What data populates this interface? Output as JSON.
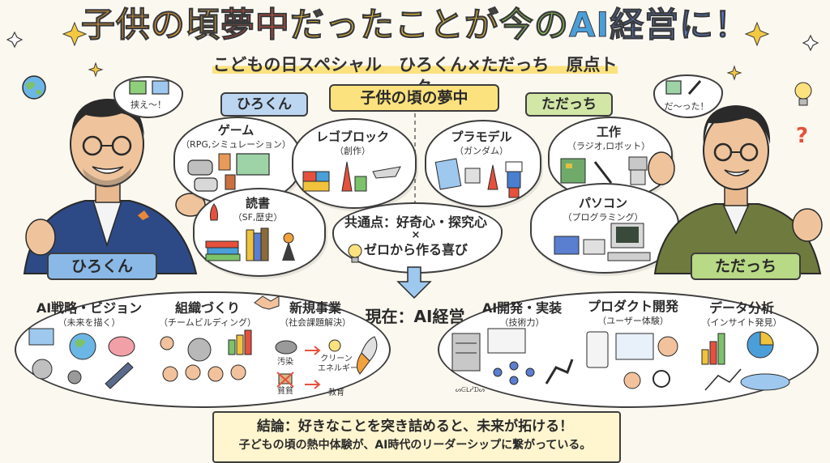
{
  "title": {
    "parts": [
      {
        "text": "子供の",
        "color": "#f2a23a"
      },
      {
        "text": "頃",
        "color": "#f0b43a"
      },
      {
        "text": "夢中",
        "color": "#e5513c"
      },
      {
        "text": "だったことが",
        "color": "#f1c23c"
      },
      {
        "text": "今の",
        "color": "#8fc45a"
      },
      {
        "text": "AI",
        "color": "#4a9fd8"
      },
      {
        "text": "経営に！",
        "color": "#5a7fd0"
      }
    ]
  },
  "subtitle": "こどもの日スペシャル　ひろくん×ただっち　原点トーク",
  "center_banner": "子供の頃の夢中",
  "left_person": {
    "header_tag": "ひろくん",
    "name_tag": "ひろくん",
    "speech": "挟え〜！",
    "items": [
      {
        "label": "ゲーム",
        "sub": "（RPG,シミュレーション）"
      },
      {
        "label": "レゴブロック",
        "sub": "（創作）"
      },
      {
        "label": "読書",
        "sub": "（SF,歴史）"
      }
    ]
  },
  "right_person": {
    "header_tag": "ただっち",
    "name_tag": "ただっち",
    "speech": "だ〜った！",
    "items": [
      {
        "label": "プラモデル",
        "sub": "（ガンダム）"
      },
      {
        "label": "工作",
        "sub": "（ラジオ,ロボット）"
      },
      {
        "label": "パソコン",
        "sub": "（プログラミング）"
      }
    ]
  },
  "common": {
    "line1": "共通点：好奇心・探究心",
    "line2": "×",
    "line3": "ゼロから作る喜び"
  },
  "present": "現在：AI経営",
  "left_now": [
    {
      "label": "AI戦略・ビジョン",
      "sub": "（未来を描く）"
    },
    {
      "label": "組織づくり",
      "sub": "（チームビルディング）"
    },
    {
      "label": "新規事業",
      "sub": "（社会課題解決）"
    }
  ],
  "new_biz": {
    "pollution": "汚染",
    "clean": "クリーン",
    "clean2": "エネルギー",
    "poverty": "貧貧",
    "education": "教育"
  },
  "right_now": [
    {
      "label": "AI開発・実装",
      "sub": "（技術力）"
    },
    {
      "label": "プロダクト開発",
      "sub": "（ユーザー体験）"
    },
    {
      "label": "データ分析",
      "sub": "（インサイト発見）"
    }
  ],
  "ai_dev_tag": "ᔕᕮᒪᓰᗪᔕ",
  "conclusion": {
    "line1": "結論：好きなことを突き詰めると、未来が拓ける！",
    "line2": "子どもの頃の熱中体験が、AI時代のリーダーシップに繋がっている。"
  },
  "colors": {
    "jacket_left": "#2d4a86",
    "jacket_right": "#6f7a3e",
    "tag_blue": "#bcd6f2",
    "tag_green": "#d2e6a6",
    "banner_yellow": "#fbe27e",
    "name_blue": "#8ab9e8",
    "name_green": "#b8d985"
  }
}
